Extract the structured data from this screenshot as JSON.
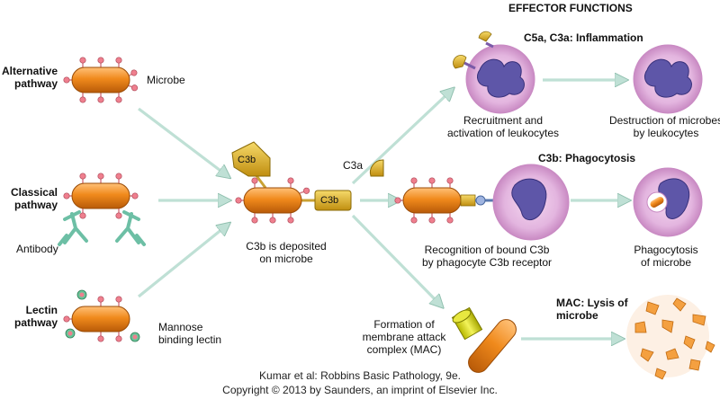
{
  "header": {
    "effector_functions": "EFFECTOR FUNCTIONS"
  },
  "pathways": {
    "alternative": "Alternative\npathway",
    "classical": "Classical\npathway",
    "lectin": "Lectin\npathway"
  },
  "labels": {
    "microbe": "Microbe",
    "antibody": "Antibody",
    "mannose": "Mannose\nbinding lectin",
    "c3b_top": "C3b",
    "c3b_side": "C3b",
    "c3a": "C3a",
    "c3b_deposited": "C3b is deposited\non microbe"
  },
  "effectors": {
    "inflammation_title": "C5a, C3a: Inflammation",
    "recruitment": "Recruitment and\nactivation of leukocytes",
    "destruction": "Destruction of microbes\nby leukocytes",
    "phagocytosis_title": "C3b: Phagocytosis",
    "recognition": "Recognition of bound C3b\nby phagocyte C3b receptor",
    "phagocytosis": "Phagocytosis\nof microbe",
    "mac_title": "MAC: Lysis of\nmicrobe",
    "formation": "Formation of\nmembrane attack\ncomplex (MAC)"
  },
  "colors": {
    "microbe": "#f08a1c",
    "arrow": "#bfe0d5",
    "c3b": "#e0b020",
    "cell": "#e2b7e0",
    "nucleus": "#5e56a8",
    "antibody": "#7fc9b0"
  },
  "caption": {
    "line1": "Kumar et al: Robbins Basic Pathology, 9e.",
    "line2": "Copyright © 2013  by Saunders, an imprint of Elsevier Inc."
  }
}
